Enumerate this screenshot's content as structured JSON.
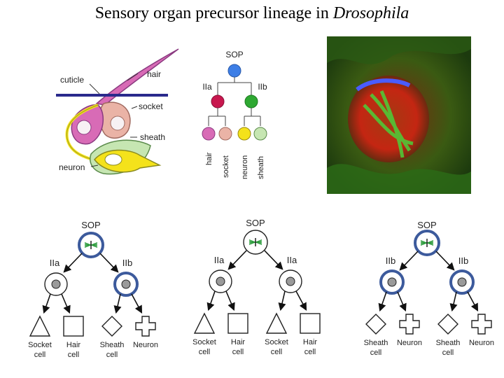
{
  "title": {
    "text": "Sensory organ precursor lineage in ",
    "italic": "Drosophila"
  },
  "anatomy": {
    "hair": "hair",
    "cuticle": "cuticle",
    "socket": "socket",
    "sheath": "sheath",
    "neuron": "neuron"
  },
  "tree": {
    "sop": "SOP",
    "iia": "IIa",
    "iib": "IIb",
    "hair": "hair",
    "socket": "socket",
    "neuron": "neuron",
    "sheath": "sheath"
  },
  "colors": {
    "sop": "#3d7ee6",
    "iia": "#c8174e",
    "iib": "#2ea832",
    "hair": "#d86bb6",
    "socket": "#eab3a6",
    "neuron": "#f4e21b",
    "sheath": "#c6e6b2",
    "ring_blue": "#3c5a9c",
    "cuticle": "#2a2a8c"
  },
  "lineage_panels": [
    {
      "top": "SOP",
      "left": "IIa",
      "right": "IIb",
      "cells": [
        {
          "line1": "Socket",
          "line2": "cell"
        },
        {
          "line1": "Hair",
          "line2": "cell"
        },
        {
          "line1": "Sheath",
          "line2": "cell"
        },
        {
          "line1": "Neuron",
          "line2": ""
        }
      ]
    },
    {
      "top": "SOP",
      "left": "IIa",
      "right": "IIa",
      "cells": [
        {
          "line1": "Socket",
          "line2": "cell"
        },
        {
          "line1": "Hair",
          "line2": "cell"
        },
        {
          "line1": "Socket",
          "line2": "cell"
        },
        {
          "line1": "Hair",
          "line2": "cell"
        }
      ]
    },
    {
      "top": "SOP",
      "left": "IIb",
      "right": "IIb",
      "cells": [
        {
          "line1": "Sheath",
          "line2": "cell"
        },
        {
          "line1": "Neuron",
          "line2": ""
        },
        {
          "line1": "Sheath",
          "line2": "cell"
        },
        {
          "line1": "Neuron",
          "line2": ""
        }
      ]
    }
  ]
}
